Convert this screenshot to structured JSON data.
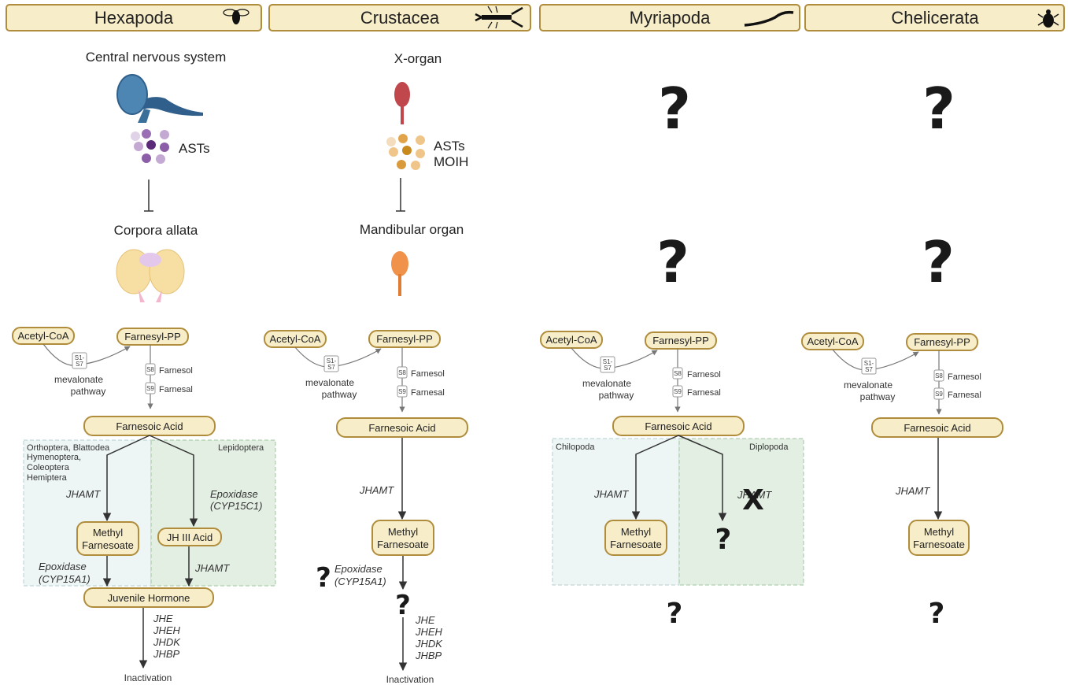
{
  "headers": [
    "Hexapoda",
    "Crustacea",
    "Myriapoda",
    "Chelicerata"
  ],
  "hexapoda": {
    "cns": "Central nervous system",
    "asts": "ASTs",
    "corpora": "Corpora allata",
    "taxa_left": [
      "Orthoptera, Blattodea",
      "Hymenoptera,",
      "Coleoptera",
      "Hemiptera"
    ],
    "taxa_right": "Lepidoptera",
    "jh3": "JH III Acid",
    "juvenile": "Juvenile Hormone",
    "epox_right": [
      "Epoxidase",
      "(CYP15C1)"
    ]
  },
  "crustacea": {
    "xorgan": "X-organ",
    "asts": "ASTs",
    "moih": "MOIH",
    "mandibular": "Mandibular organ"
  },
  "myriapoda": {
    "left": "Chilopoda",
    "right": "Diplopoda"
  },
  "pathway": {
    "acetyl": "Acetyl-CoA",
    "farnesyl": "Farnesyl-PP",
    "s1": "S1-",
    "s7": "S7",
    "mev1": "mevalonate",
    "mev2": "pathway",
    "s8": "S8",
    "s9": "S9",
    "farnesol": "Farnesol",
    "farnesal": "Farnesal",
    "fa": "Farnesoic Acid",
    "jhamt": "JHAMT",
    "mf1": "Methyl",
    "mf2": "Farnesoate",
    "epox": [
      "Epoxidase",
      "(CYP15A1)"
    ],
    "inact_enz": [
      "JHE",
      "JHEH",
      "JHDK",
      "JHBP"
    ],
    "inactivation": "Inactivation",
    "q": "?",
    "x": "X"
  },
  "colors": {
    "box_fill": "#f7edc8",
    "box_stroke": "#b08d3c",
    "panel_left": "#edf5f5",
    "panel_right": "#e3efe3"
  }
}
